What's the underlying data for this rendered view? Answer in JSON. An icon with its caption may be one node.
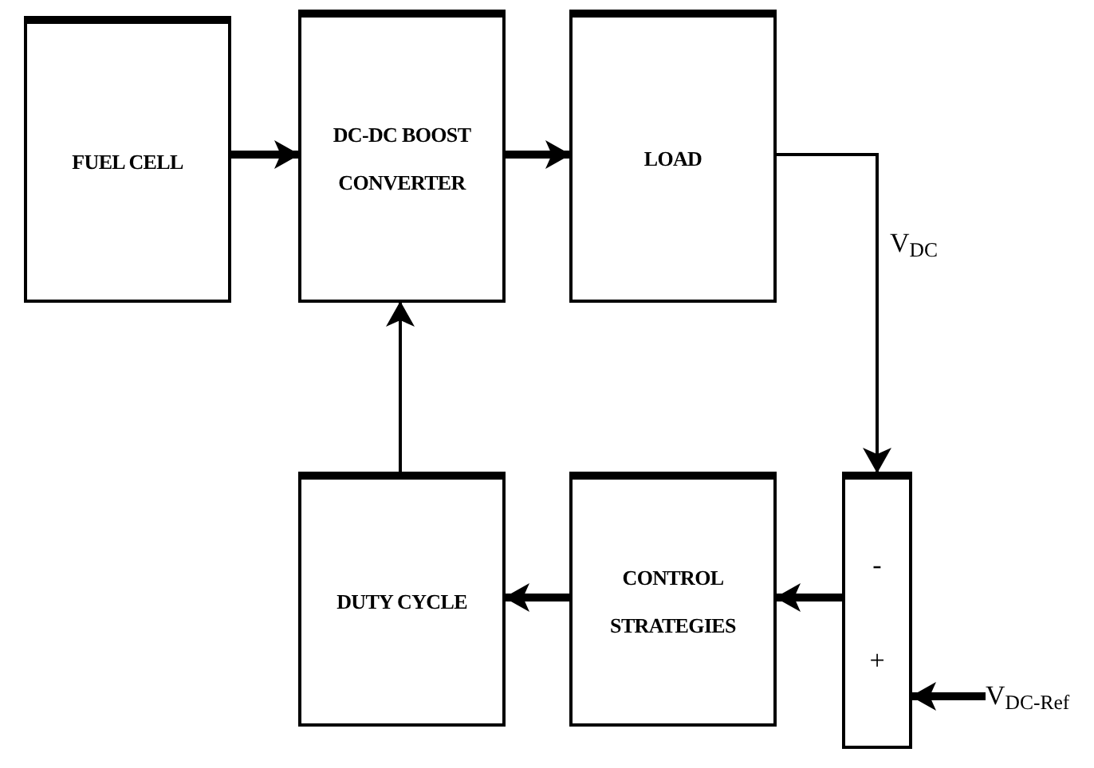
{
  "diagram": {
    "nodes": [
      {
        "text": [
          "FUEL CELL"
        ]
      },
      {
        "text": [
          "DC-DC BOOST CONVERTER"
        ]
      },
      {
        "text": [
          "LOAD"
        ]
      },
      {
        "text": [
          "-",
          "+"
        ]
      },
      {
        "text": [
          "CONTROL STRATEGIES"
        ]
      },
      {
        "text": [
          "DUTY CYCLE"
        ]
      },
      {
        "text": [
          "V$_{DC-Ref}$"
        ]
      }
    ],
    "edges": [
      {
        "from": 0,
        "to": 1,
        "arrow": "to"
      },
      {
        "from": 1,
        "to": 2,
        "arrow": "to"
      },
      {
        "from": 2,
        "to": 3,
        "arrow": "to",
        "label": "V$_{DC}$"
      },
      {
        "from": 3,
        "to": 4,
        "arrow": "to"
      },
      {
        "from": 4,
        "to": 5,
        "arrow": "to"
      },
      {
        "from": 5,
        "to": 1,
        "arrow": "to"
      },
      {
        "from": 6,
        "to": 3,
        "arrow": "to"
      }
    ]
  }
}
